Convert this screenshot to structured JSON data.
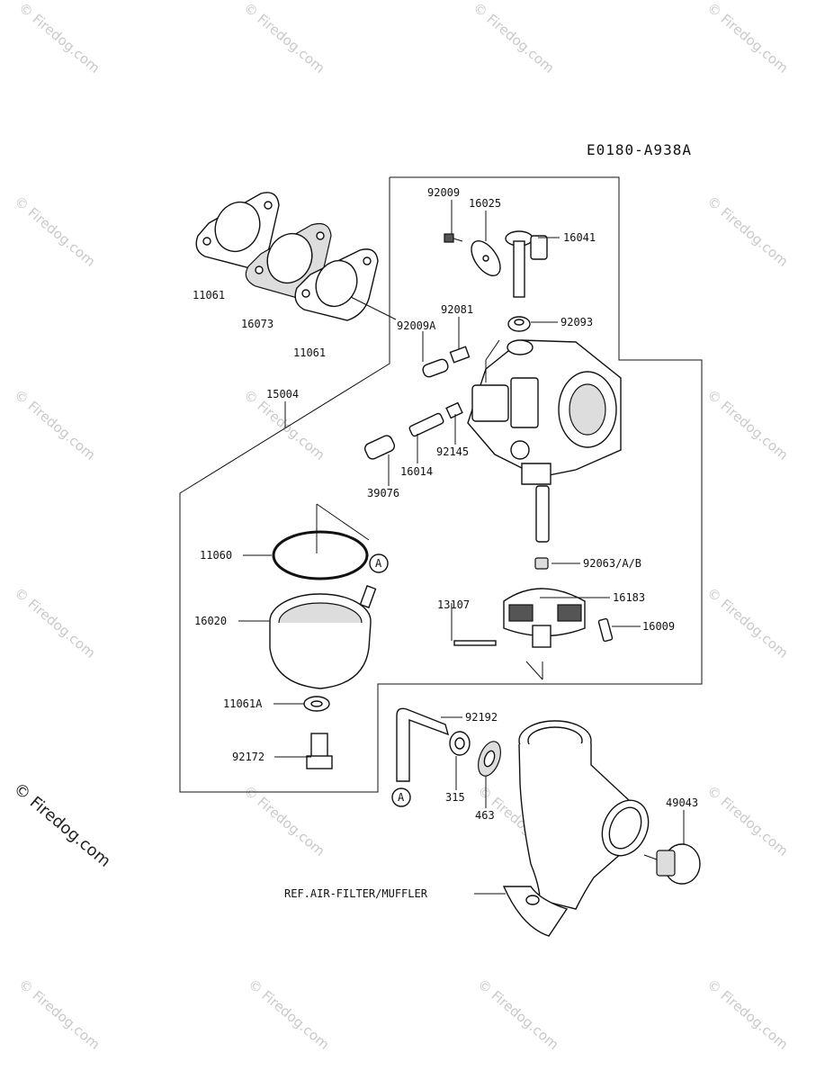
{
  "diagram_code": "E0180-A938A",
  "copyright": "© Firedog.com",
  "watermark": "© Firedog.com",
  "callout_a": "A",
  "labels": {
    "p92009": "92009",
    "p16025": "16025",
    "p16041": "16041",
    "p11061_top": "11061",
    "p16073": "16073",
    "p11061_bottom": "11061",
    "p92009A": "92009A",
    "p92081": "92081",
    "p92093": "92093",
    "p15004": "15004",
    "p92145": "92145",
    "p16014": "16014",
    "p39076": "39076",
    "p11060": "11060",
    "p92063": "92063/A/B",
    "p13107": "13107",
    "p16183": "16183",
    "p16009": "16009",
    "p16020": "16020",
    "p11061A": "11061A",
    "p92192": "92192",
    "p92172": "92172",
    "p315": "315",
    "p463": "463",
    "p49043": "49043",
    "ref": "REF.AIR-FILTER/MUFFLER"
  }
}
